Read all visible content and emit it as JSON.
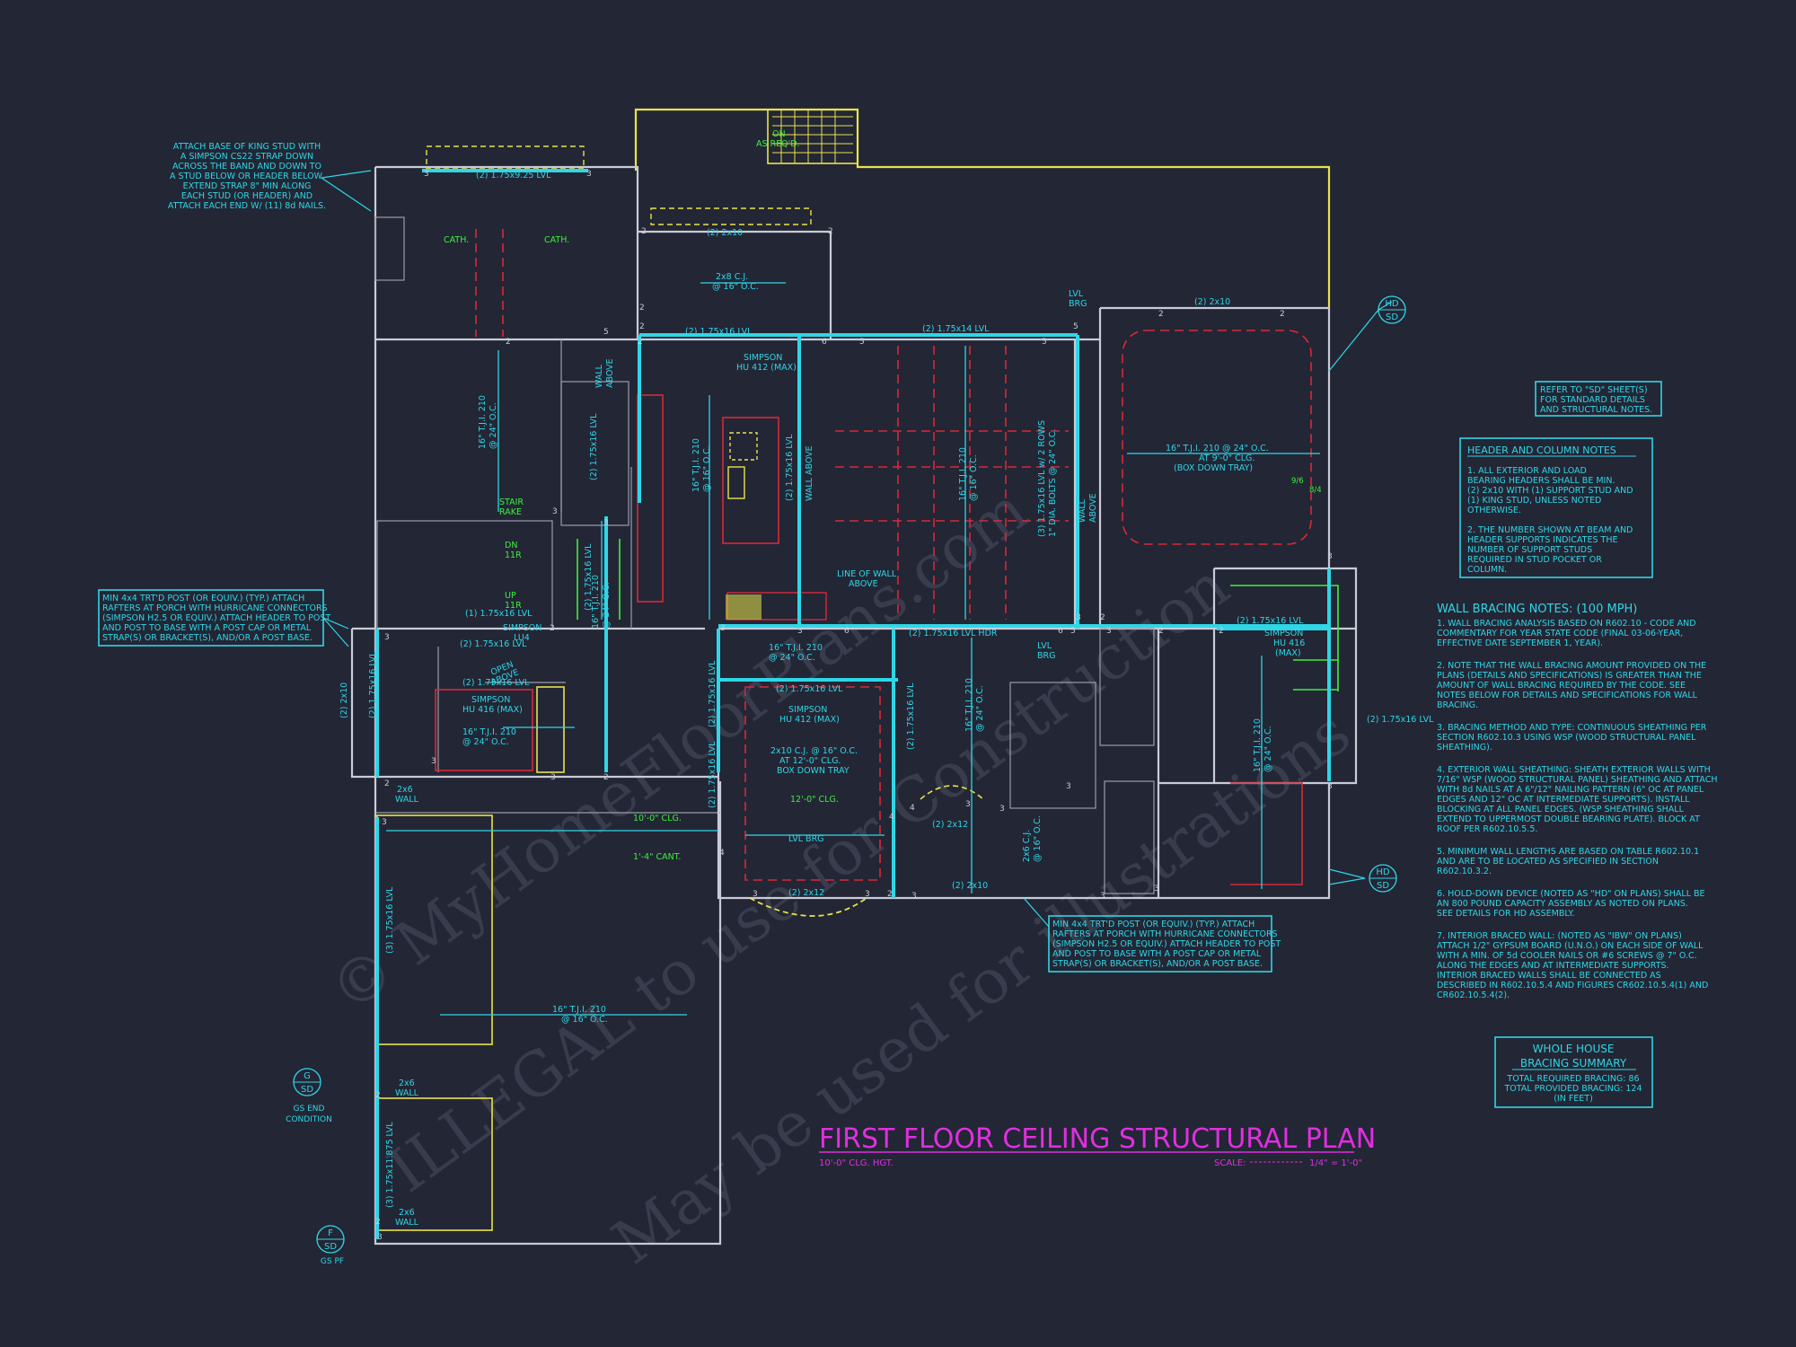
{
  "title": {
    "main": "FIRST FLOOR CEILING STRUCTURAL PLAN",
    "left_sub": "10'-0\" CLG. HGT.",
    "scale_label": "SCALE: ",
    "scale_value": "1/4\" = 1'-0\""
  },
  "watermark": {
    "line1": "© MyHomeFloorPlans.com",
    "line2": "ILLEGAL to use for Construction",
    "line3": "May be used for illustrations"
  },
  "notes": {
    "king_stud": [
      "ATTACH BASE OF KING STUD WITH",
      "A SIMPSON CS22 STRAP DOWN",
      "ACROSS THE BAND AND DOWN TO",
      "A STUD BELOW OR HEADER BELOW.",
      "EXTEND STRAP 8\" MIN ALONG",
      "EACH STUD (OR HEADER) AND",
      "ATTACH EACH END W/ (11) 8d NAILS."
    ],
    "porch_post_left": [
      "MIN 4x4 TRT'D POST (OR EQUIV.) (TYP.) ATTACH",
      "RAFTERS AT PORCH WITH HURRICANE CONNECTORS",
      "(SIMPSON H2.5 OR EQUIV.) ATTACH HEADER TO POST",
      "AND POST TO BASE WITH A POST CAP OR METAL",
      "STRAP(S) OR BRACKET(S), AND/OR A POST BASE."
    ],
    "porch_post_bottom": [
      "MIN 4x4 TRT'D POST (OR EQUIV.) (TYP.) ATTACH",
      "RAFTERS AT PORCH WITH HURRICANE CONNECTORS",
      "(SIMPSON H2.5 OR EQUIV.) ATTACH HEADER TO POST",
      "AND POST TO BASE WITH A POST CAP OR METAL",
      "STRAP(S) OR BRACKET(S), AND/OR A POST BASE."
    ],
    "refer_sd": [
      "REFER TO \"SD\" SHEET(S)",
      "FOR STANDARD DETAILS",
      "AND STRUCTURAL NOTES."
    ],
    "header_column_title": "HEADER AND COLUMN NOTES",
    "header_column": [
      "1. ALL EXTERIOR AND LOAD",
      "BEARING HEADERS SHALL BE MIN.",
      "(2) 2x10 WITH (1) SUPPORT STUD AND",
      "(1) KING STUD, UNLESS NOTED",
      "OTHERWISE.",
      "",
      "2. THE NUMBER SHOWN AT BEAM AND",
      "HEADER SUPPORTS INDICATES THE",
      "NUMBER OF SUPPORT STUDS",
      "REQUIRED IN STUD POCKET OR",
      "COLUMN."
    ],
    "wall_bracing_title": "WALL BRACING NOTES: (100 MPH)",
    "wall_bracing": [
      "1. WALL BRACING ANALYSIS BASED ON R602.10 - CODE AND",
      "COMMENTARY FOR YEAR STATE CODE (FINAL 03-06-YEAR,",
      "EFFECTIVE DATE SEPTEMBER 1, YEAR).",
      "",
      "2. NOTE THAT THE WALL BRACING AMOUNT PROVIDED ON THE",
      "PLANS (DETAILS AND SPECIFICATIONS) IS GREATER THAN THE",
      "AMOUNT OF WALL BRACING REQUIRED BY THE CODE. SEE",
      "NOTES BELOW FOR DETAILS AND SPECIFICATIONS FOR WALL",
      "BRACING.",
      "",
      "3. BRACING METHOD AND TYPE: CONTINUOUS SHEATHING PER",
      "SECTION R602.10.3 USING WSP (WOOD STRUCTURAL PANEL",
      "SHEATHING).",
      "",
      "4. EXTERIOR WALL SHEATHING: SHEATH EXTERIOR WALLS WITH",
      "7/16\" WSP (WOOD STRUCTURAL PANEL) SHEATHING AND ATTACH",
      "WITH 8d NAILS AT A 6\"/12\" NAILING PATTERN (6\" OC AT PANEL",
      "EDGES AND 12\" OC AT INTERMEDIATE SUPPORTS). INSTALL",
      "BLOCKING AT ALL PANEL EDGES. (WSP SHEATHING SHALL",
      "EXTEND TO UPPERMOST DOUBLE BEARING PLATE). BLOCK AT",
      "ROOF PER R602.10.5.5.",
      "",
      "5. MINIMUM WALL LENGTHS ARE BASED ON TABLE R602.10.1",
      "AND ARE TO BE LOCATED AS SPECIFIED IN SECTION",
      "R602.10.3.2.",
      "",
      "6. HOLD-DOWN DEVICE (NOTED AS \"HD\" ON PLANS) SHALL BE",
      "AN 800 POUND CAPACITY ASSEMBLY AS NOTED ON PLANS.",
      "SEE DETAILS FOR HD ASSEMBLY.",
      "",
      "7. INTERIOR BRACED WALL: (NOTED AS \"IBW\" ON PLANS)",
      "ATTACH 1/2\" GYPSUM BOARD (U.N.O.) ON EACH SIDE OF WALL",
      "WITH A MIN. OF 5d COOLER NAILS OR #6 SCREWS @ 7\" O.C.",
      "ALONG THE EDGES AND AT INTERMEDIATE SUPPORTS.",
      "INTERIOR BRACED WALLS SHALL BE CONNECTED AS",
      "DESCRIBED IN R602.10.5.4 AND FIGURES CR602.10.5.4(1) AND",
      "CR602.10.5.4(2)."
    ],
    "bracing_summary": [
      "WHOLE HOUSE",
      "BRACING SUMMARY",
      "TOTAL REQUIRED BRACING: 86",
      "TOTAL PROVIDED BRACING: 124",
      "(IN FEET)"
    ]
  },
  "labels": {
    "beam_top_porch": "(2) 1.75x9.25 LVL",
    "cath_left": "CATH.",
    "cath_right": "CATH.",
    "on_grade": [
      "ON",
      "AS REQ'D."
    ],
    "hdr_2x10_top": "(2) 2x10",
    "cj_2x8": [
      "2x8 C.J.",
      "@ 16\" O.C."
    ],
    "lvl_top1": "(2) 1.75x16 LVL",
    "lvl_top2": "(2) 1.75x14 LVL",
    "lvl_brg_top": [
      "LVL",
      "BRG"
    ],
    "hdr_2x10_right": "(2) 2x10",
    "simpson_412_top": [
      "SIMPSON",
      "HU 412 (MAX)"
    ],
    "tji_left": [
      "16\" T.J.I. 210",
      "@ 24\" O.C."
    ],
    "wall_above1": [
      "WALL",
      "ABOVE"
    ],
    "lvl_vert_a": "(2) 1.75x16 LVL",
    "tji_kitchen": [
      "16\" T.J.I. 210",
      "@ 16\" O.C."
    ],
    "lvl_wall_above": [
      "(2) 1.75x16 LVL",
      "WALL ABOVE"
    ],
    "tji_living": [
      "16\" T.J.I. 210",
      "@ 16\" O.C."
    ],
    "lvl_bolts": [
      "(3) 1.75x16 LVL w/ 2 ROWS",
      "1\" DIA. BOLTS @ 24\" O.C."
    ],
    "wall_above2": [
      "WALL",
      "ABOVE"
    ],
    "tji_tray": [
      "16\" T.J.I. 210 @ 24\" O.C.",
      "AT 9'-0\" CLG.",
      "(BOX DOWN TRAY)"
    ],
    "ibw": [
      "9/6",
      "8/4"
    ],
    "hd_sd_top": [
      "HD",
      "SD"
    ],
    "hd_sd_bottom": [
      "HD",
      "SD"
    ],
    "stair_rake": [
      "STAIR",
      "RAKE"
    ],
    "dn_8r": [
      "DN",
      "11R"
    ],
    "up_8r": [
      "UP",
      "11R"
    ],
    "line_wall_above": [
      "LINE OF WALL",
      "ABOVE"
    ],
    "lvl_stair": "(1) 1.75x16 LVL",
    "simpson_lu4": [
      "SIMPSON",
      "LU4"
    ],
    "lvl_vert_b": "(2) 1.75x16 LVL",
    "tji_stair": [
      "16\" T.J.I. 210",
      "@ 24\" O.C."
    ],
    "lvl_hdr_mid": "(2) 1.75x16 LVL HDR",
    "tji_mid": [
      "16\" T.J.I. 210",
      "@ 24\" O.C."
    ],
    "lvl_mid2": "(2) 1.75x16 LVL",
    "open_above": [
      "OPEN",
      "ABOVE"
    ],
    "lvl_mid3": "(2) 1.75x16 LVL",
    "simpson_416_left": [
      "SIMPSON",
      "HU 416 (MAX)"
    ],
    "tji_pantry": [
      "16\" T.J.I. 210",
      "@ 24\" O.C."
    ],
    "lvl_porch_left": "(2) 1.75x16 LVL",
    "hdr_2x10_left": "(2) 2x10",
    "lvl_dining_top": "(2) 1.75x16 LVL",
    "simpson_412_mid": [
      "SIMPSON",
      "HU 412 (MAX)"
    ],
    "cj_tray": [
      "2x10 C.J. @ 16\" O.C.",
      "AT 12'-0\" CLG.",
      "BOX DOWN TRAY"
    ],
    "clg_12": "12'-0\" CLG.",
    "clg_10": "10'-0\" CLG.",
    "cant": "1'-4\" CANT.",
    "lvl_brg_dining": "LVL BRG",
    "lvl_vert_c": "(2) 1.75x16 LVL",
    "lvl_vert_d": "(2) 1.75x16 LVL",
    "lvl_vert_e": "(2) 1.75x16 LVL",
    "tji_hall": [
      "16\" T.J.I. 210",
      "@ 24\" O.C."
    ],
    "lvl_brg_hall": [
      "LVL",
      "BRG"
    ],
    "hdr_2x12_hall": "(2) 2x12",
    "cj_2x6": [
      "2x6 C.J.",
      "@ 16\" O.C."
    ],
    "hdr_2x10_bottom": "(2) 2x10",
    "hdr_2x12_bay": "(2) 2x12",
    "lvl_bed": "(2) 1.75x16 LVL",
    "simpson_416_right": [
      "SIMPSON",
      "HU 416",
      "(MAX)"
    ],
    "lvl_right_ext": "(2) 1.75x16 LVL",
    "tji_bed": [
      "16\" T.J.I. 210",
      "@ 24\" O.C."
    ],
    "wall_2x6_a": [
      "2x6",
      "WALL"
    ],
    "wall_2x6_b": [
      "2x6",
      "WALL"
    ],
    "wall_2x6_c": [
      "2x6",
      "WALL"
    ],
    "garage_lvl1": "(3) 1.75x16 LVL",
    "garage_lvl2": "(3) 1.75x11.875 LVL",
    "tji_garage": [
      "16\" T.J.I. 210",
      "@ 16\" O.C."
    ],
    "g_sd": [
      "G",
      "SD"
    ],
    "gs_end": [
      "GS END",
      "CONDITION"
    ],
    "f_sd": [
      "F",
      "SD"
    ],
    "gs_pf": "GS PF",
    "lvl_garage_left": "(2) 1.75x16 LVL",
    "hdr_2x10_garage_left": "(2) 2x10"
  },
  "support_numbers": [
    "3",
    "3",
    "2",
    "2",
    "2",
    "2",
    "2",
    "5",
    "2",
    "6",
    "5",
    "5",
    "5",
    "2",
    "2",
    "3",
    "3",
    "2",
    "2",
    "3",
    "3",
    "6",
    "6",
    "5",
    "3",
    "3",
    "3",
    "3",
    "3",
    "4",
    "4",
    "4",
    "3",
    "3",
    "2",
    "3",
    "3",
    "2",
    "2",
    "2",
    "3",
    "3",
    "3",
    "3",
    "3",
    "3",
    "3",
    "3",
    "2",
    "2",
    "2"
  ],
  "colors": {
    "background": "#232635",
    "cyan": "#2fd6e6",
    "yellow": "#e9e34a",
    "green": "#3df03d",
    "magenta": "#e02fe0",
    "red": "#d8283a",
    "wall": "#c9cbd6"
  }
}
